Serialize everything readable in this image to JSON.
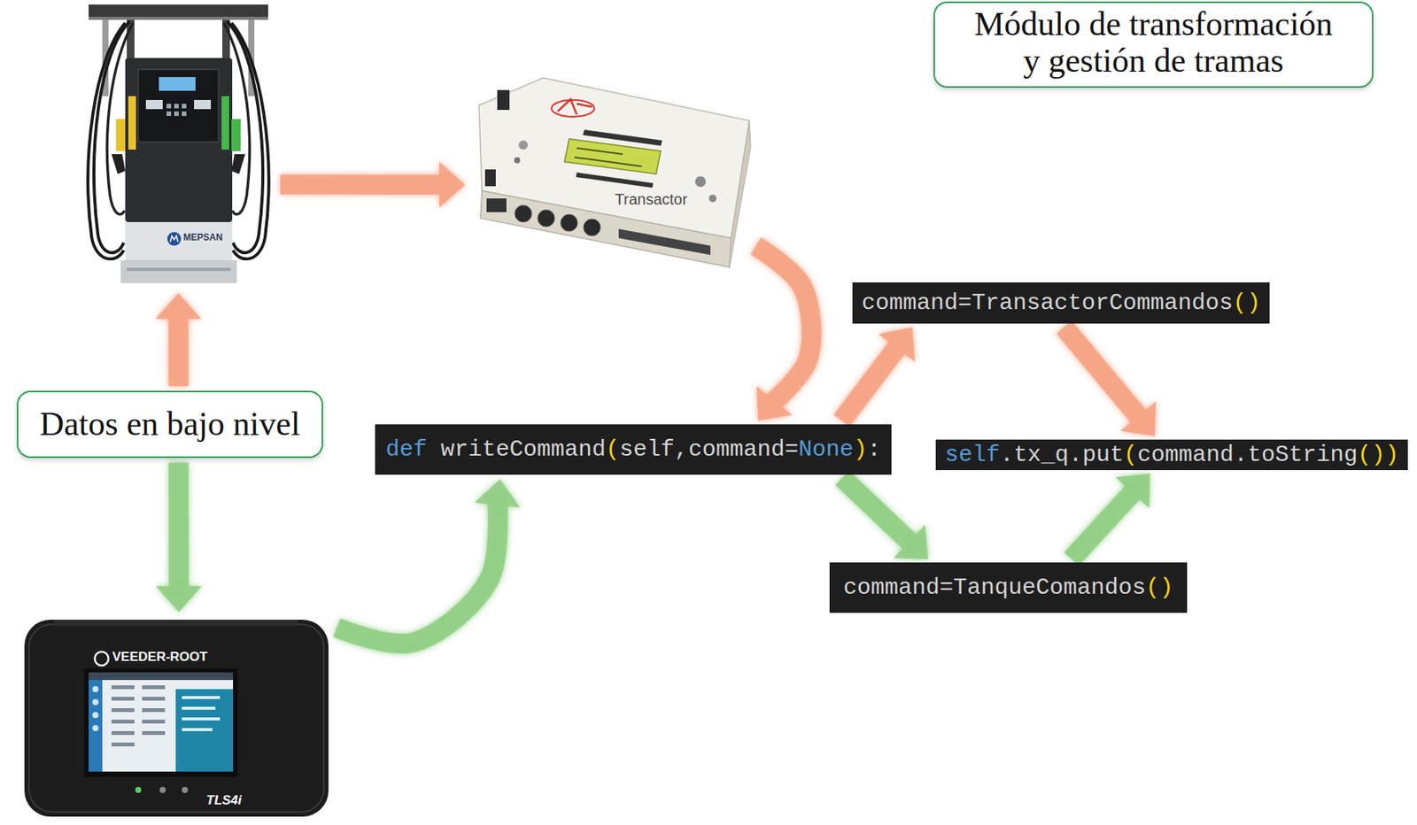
{
  "diagram": {
    "nodes": [
      {
        "text": [
          "MEPSAN"
        ]
      },
      {
        "text": [
          "Transactor"
        ]
      },
      {
        "text": [
          "Módulo de transformación y gestión de tramas"
        ]
      },
      {
        "text": [
          "command=TransactorCommandos()"
        ]
      },
      {
        "text": [
          "Datos en bajo nivel"
        ]
      },
      {
        "text": [
          "def writeCommand(self,command=None):"
        ]
      },
      {
        "text": [
          "self.tx_q.put(command.toString())"
        ]
      },
      {
        "text": [
          "command=TanqueComandos()"
        ]
      },
      {
        "text": [
          "VEEDER-ROOT",
          "TLS4i"
        ]
      }
    ],
    "edges": [
      {
        "from": 4,
        "to": 0,
        "arrow": "to"
      },
      {
        "from": 4,
        "to": 8,
        "arrow": "to"
      },
      {
        "from": 0,
        "to": 1,
        "arrow": "to"
      },
      {
        "from": 1,
        "to": 5,
        "arrow": "to"
      },
      {
        "from": 8,
        "to": 5,
        "arrow": "to"
      },
      {
        "from": 5,
        "to": 3,
        "arrow": "to"
      },
      {
        "from": 3,
        "to": 6,
        "arrow": "to"
      },
      {
        "from": 5,
        "to": 7,
        "arrow": "to"
      },
      {
        "from": 7,
        "to": 6,
        "arrow": "to"
      }
    ]
  }
}
